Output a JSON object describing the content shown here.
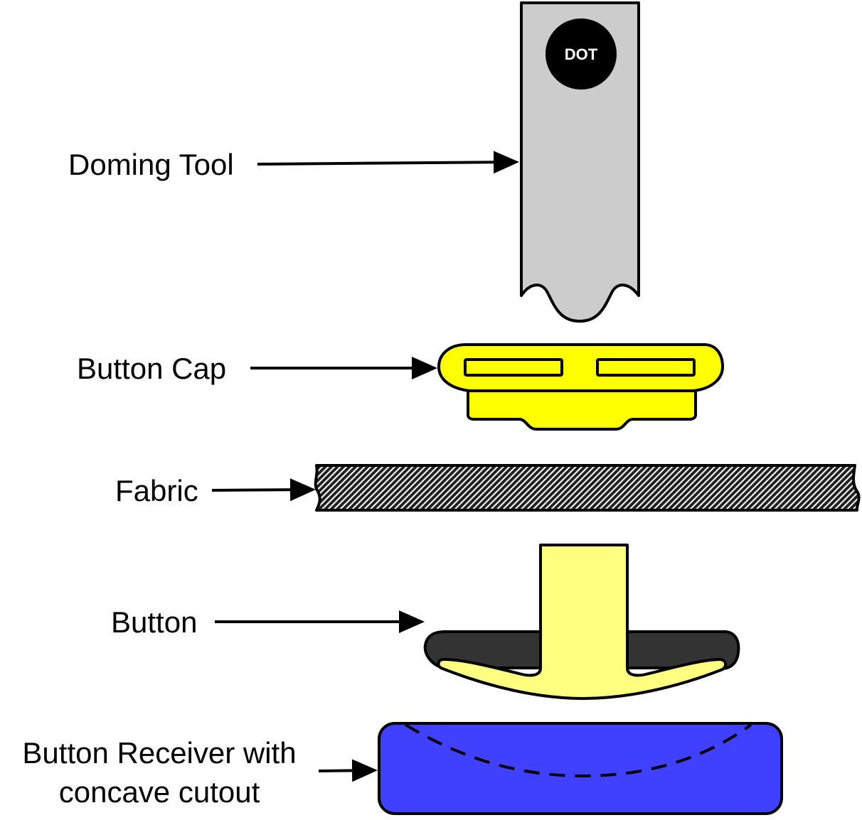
{
  "labels": {
    "doming_tool": "Doming Tool",
    "button_cap": "Button Cap",
    "fabric": "Fabric",
    "button": "Button",
    "receiver_line1": "Button Receiver with",
    "receiver_line2": "concave cutout"
  },
  "tool_badge": "DOT",
  "colors": {
    "tool_fill": "#cccccc",
    "badge_fill": "#000000",
    "cap_fill": "#ffff00",
    "fabric_fill": "#222222",
    "button_fill": "#ffff80",
    "button_dark": "#333333",
    "receiver_fill": "#4040ff",
    "stroke": "#000000"
  },
  "icons": {
    "arrow": "arrow-right-icon"
  }
}
